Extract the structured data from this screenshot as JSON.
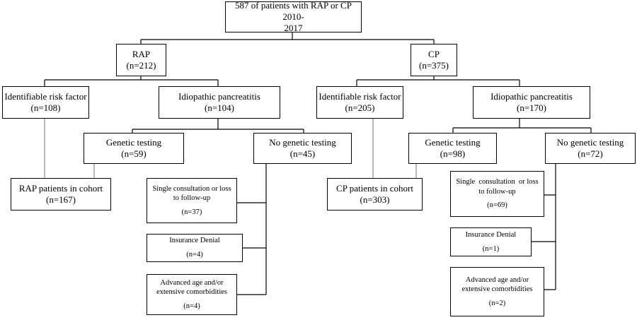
{
  "root": {
    "line1": "587 of patients with RAP or CP 2010-",
    "line2": "2017"
  },
  "rap": {
    "title": "RAP",
    "count": "(n=212)",
    "risk": {
      "label": "Identifiable risk factor",
      "count": "(n=108)"
    },
    "idio": {
      "label": "Idiopathic pancreatitis",
      "count": "(n=104)"
    },
    "genetic": {
      "label": "Genetic testing",
      "count": "(n=59)"
    },
    "no_genetic": {
      "label": "No genetic testing",
      "count": "(n=45)"
    },
    "cohort": {
      "label": "RAP patients in cohort",
      "count": "(n=167)"
    },
    "reason_single": {
      "line1": "Single consultation or loss",
      "line2": "to follow-up",
      "count": "(n=37)"
    },
    "reason_insurance": {
      "label": "Insurance Denial",
      "count": "(n=4)"
    },
    "reason_age": {
      "line1": "Advanced age and/or",
      "line2": "extensive comorbidities",
      "count": "(n=4)"
    }
  },
  "cp": {
    "title": "CP",
    "count": "(n=375)",
    "risk": {
      "label": "Identifiable risk factor",
      "count": "(n=205)"
    },
    "idio": {
      "label": "Idiopathic pancreatitis",
      "count": "(n=170)"
    },
    "genetic": {
      "label": "Genetic testing",
      "count": "(n=98)"
    },
    "no_genetic": {
      "label": "No genetic testing",
      "count": "(n=72)"
    },
    "cohort": {
      "label": "CP patients in cohort",
      "count": "(n=303)"
    },
    "reason_single": {
      "line1": "Single  consultation  or loss",
      "line2": "to follow-up",
      "count": "(n=69)"
    },
    "reason_insurance": {
      "label": "Insurance Denial",
      "count": "(n=1)"
    },
    "reason_age": {
      "line1": "Advanced age and/or",
      "line2": "extensive comorbidities",
      "count": "(n=2)"
    }
  }
}
